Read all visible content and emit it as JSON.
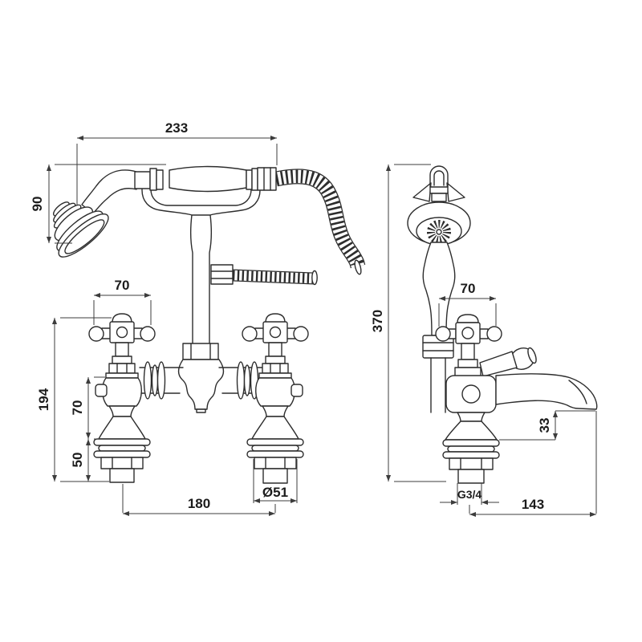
{
  "page": {
    "background": "#ffffff",
    "ink": "#2d2d2d"
  },
  "drawing": {
    "subject": "bath-shower-mixer-dimension-drawing",
    "views": {
      "front": {
        "label": "front-view",
        "dims": {
          "overall_width": "233",
          "handset_drop": "90",
          "handle_width": "70",
          "overall_height": "194",
          "body_height": "70",
          "tail_length": "50",
          "inlet_centres": "180",
          "flange_diameter": "Ø51"
        }
      },
      "side": {
        "label": "side-view",
        "dims": {
          "overall_height": "370",
          "handle_width": "70",
          "spout_to_deck": "33",
          "inlet_thread": "G3/4",
          "spout_reach": "143"
        }
      }
    }
  }
}
